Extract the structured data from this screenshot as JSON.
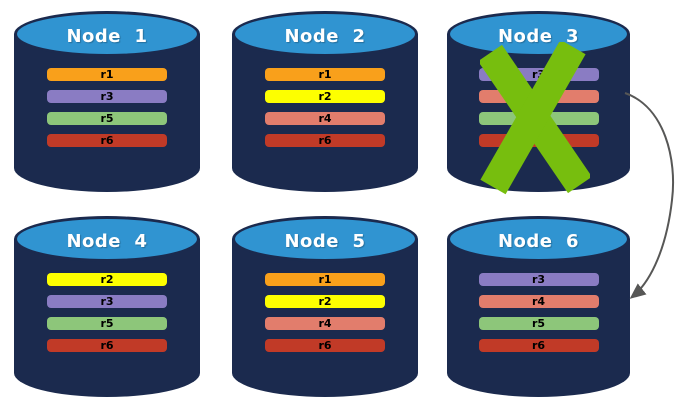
{
  "diagram": {
    "background": "#FFFFFF",
    "colors": {
      "cylinder_body": "#1B2A4E",
      "cylinder_top": "#3094D1",
      "title_text": "#FFFFFF",
      "partition_label_text": "#000000"
    },
    "nodes": [
      {
        "name": "Node  1",
        "partitions": [
          {
            "label": "r1",
            "color": "#F9A01B"
          },
          {
            "label": "r3",
            "color": "#8A7CC3"
          },
          {
            "label": "r5",
            "color": "#8DC67A"
          },
          {
            "label": "r6",
            "color": "#C13A27"
          }
        ]
      },
      {
        "name": "Node  2",
        "partitions": [
          {
            "label": "r1",
            "color": "#F9A01B"
          },
          {
            "label": "r2",
            "color": "#FDFF00"
          },
          {
            "label": "r4",
            "color": "#E27D6C"
          },
          {
            "label": "r6",
            "color": "#C13A27"
          }
        ]
      },
      {
        "name": "Node  3",
        "failed": true,
        "partitions": [
          {
            "label": "r3",
            "color": "#8A7CC3"
          },
          {
            "label": "r4",
            "color": "#E27D6C"
          },
          {
            "label": "r5",
            "color": "#8DC67A"
          },
          {
            "label": "r6",
            "color": "#C13A27"
          }
        ]
      },
      {
        "name": "Node  4",
        "partitions": [
          {
            "label": "r2",
            "color": "#FDFF00"
          },
          {
            "label": "r3",
            "color": "#8A7CC3"
          },
          {
            "label": "r5",
            "color": "#8DC67A"
          },
          {
            "label": "r6",
            "color": "#C13A27"
          }
        ]
      },
      {
        "name": "Node  5",
        "partitions": [
          {
            "label": "r1",
            "color": "#F9A01B"
          },
          {
            "label": "r2",
            "color": "#FDFF00"
          },
          {
            "label": "r4",
            "color": "#E27D6C"
          },
          {
            "label": "r6",
            "color": "#C13A27"
          }
        ]
      },
      {
        "name": "Node  6",
        "partitions": [
          {
            "label": "r3",
            "color": "#8A7CC3"
          },
          {
            "label": "r4",
            "color": "#E27D6C"
          },
          {
            "label": "r5",
            "color": "#8DC67A"
          },
          {
            "label": "r6",
            "color": "#C13A27"
          }
        ]
      }
    ],
    "failure_x": {
      "node": "Node 3",
      "color": "#77BE0E",
      "icon": "x-icon"
    },
    "arrow": {
      "from": "Node 3",
      "to": "Node 6",
      "color": "#575756",
      "icon": "curved-arrow-icon"
    }
  }
}
